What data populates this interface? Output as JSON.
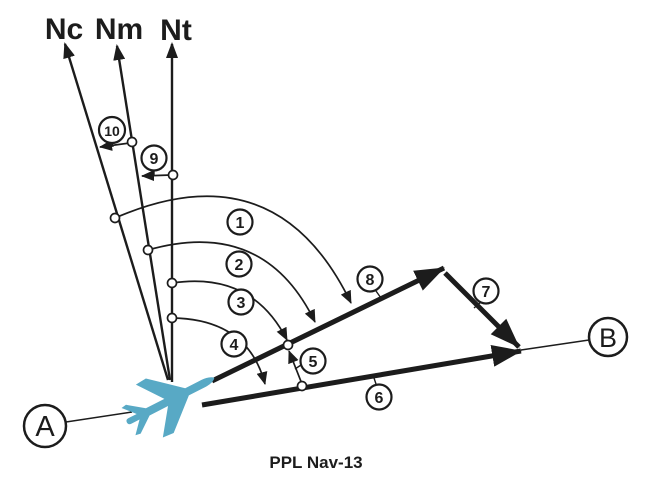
{
  "figure": {
    "caption": "PPL Nav-13"
  },
  "north_references": [
    {
      "id": "compass-north",
      "label": "Nc"
    },
    {
      "id": "magnetic-north",
      "label": "Nm"
    },
    {
      "id": "true-north",
      "label": "Nt"
    }
  ],
  "waypoints": [
    {
      "id": "origin",
      "label": "A"
    },
    {
      "id": "destination",
      "label": "B"
    }
  ],
  "angle_markers": [
    {
      "number": "1"
    },
    {
      "number": "2"
    },
    {
      "number": "3"
    },
    {
      "number": "4"
    },
    {
      "number": "5"
    },
    {
      "number": "6"
    },
    {
      "number": "7"
    },
    {
      "number": "8"
    },
    {
      "number": "9"
    },
    {
      "number": "10"
    }
  ],
  "colors": {
    "ink": "#1c1c1c",
    "aircraft_fill": "#58a9c5",
    "background": "#ffffff"
  }
}
